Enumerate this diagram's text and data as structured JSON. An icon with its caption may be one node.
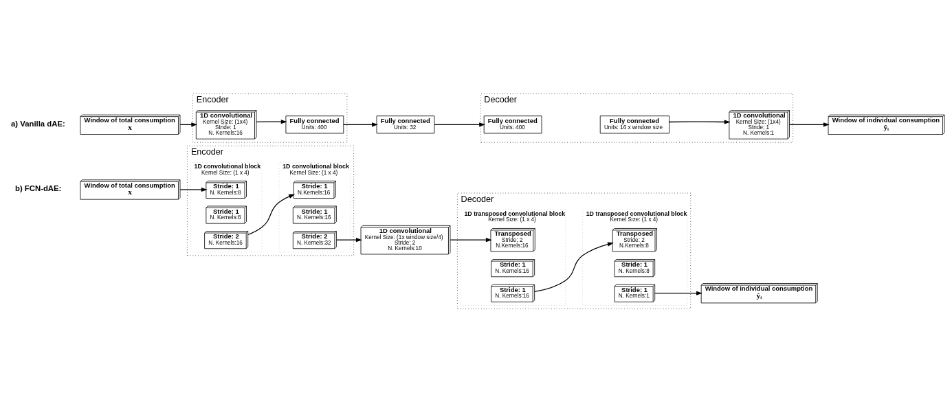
{
  "diagram": {
    "nodes": [
      {
        "text": [
          "Window of total consumption",
          "x"
        ]
      },
      {
        "text": [
          "Encoder"
        ]
      },
      {
        "text": [
          "1D convolutional",
          "Kernel Size: (1x4)",
          "Stride: 1",
          "N. Kernels:16"
        ],
        "in": 1
      },
      {
        "text": [
          "Fully connected",
          "Units: 400"
        ],
        "in": 1
      },
      {
        "text": [
          "Fully connected",
          "Units: 32"
        ]
      },
      {
        "text": [
          "Decoder"
        ]
      },
      {
        "text": [
          "Fully connected",
          "Units: 400"
        ],
        "in": 5
      },
      {
        "text": [
          "Fully connected",
          "Units: 16 x window size"
        ],
        "in": 5
      },
      {
        "text": [
          "1D convolutional",
          "Kernel Size: (1x4)",
          "Stride: 1",
          "N. Kernels:1"
        ],
        "in": 5
      },
      {
        "text": [
          "Window of individual consumption",
          "ŷᵢ"
        ]
      },
      {
        "text": [
          "Window of total consumption",
          "x"
        ]
      },
      {
        "text": [
          "Encoder"
        ]
      },
      {
        "text": [
          "1D convolutional block",
          "Kernel Size: (1 x 4)"
        ],
        "in": 11
      },
      {
        "text": [
          "Stride: 1",
          "N. Kernels:8"
        ],
        "in": 12
      },
      {
        "text": [
          "Stride: 1",
          "N. Kernels:8"
        ],
        "in": 12
      },
      {
        "text": [
          "Stride: 2",
          "N. Kernels:16"
        ],
        "in": 12
      },
      {
        "text": [
          "1D convolutional block",
          "Kernel Size: (1 x 4)"
        ],
        "in": 11
      },
      {
        "text": [
          "Stride: 1",
          "N.Kernels:16"
        ],
        "in": 16
      },
      {
        "text": [
          "Stride: 1",
          "N. Kernels:16"
        ],
        "in": 16
      },
      {
        "text": [
          "Stride: 2",
          "N. Kernels:32"
        ],
        "in": 16
      },
      {
        "text": [
          "1D convolutional",
          "Kernel Size: (1x window size/4)",
          "Stride: 2",
          "N. Kernels:10"
        ]
      },
      {
        "text": [
          "Decoder"
        ]
      },
      {
        "text": [
          "1D transposed convolutional block",
          "Kernel Size: (1 x 4)"
        ],
        "in": 21
      },
      {
        "text": [
          "Transposed",
          "Stride: 2",
          "N.Kernels:16"
        ],
        "in": 22
      },
      {
        "text": [
          "Stride: 1",
          "N. Kernels:16"
        ],
        "in": 22
      },
      {
        "text": [
          "Stride: 1",
          "N. Kernels:16"
        ],
        "in": 22
      },
      {
        "text": [
          "1D transposed convolutional block",
          "Kernel Size: (1 x 4)"
        ],
        "in": 21
      },
      {
        "text": [
          "Transposed",
          "Stride: 2",
          "N.Kernels:8"
        ],
        "in": 26
      },
      {
        "text": [
          "Stride: 1",
          "N. Kernels:8"
        ],
        "in": 26
      },
      {
        "text": [
          "Stride: 1",
          "N. Kernels:1"
        ],
        "in": 26
      },
      {
        "text": [
          "Window of individual consumption",
          "ŷᵢ"
        ]
      }
    ],
    "edges": [
      {
        "from": 0,
        "to": 2,
        "arrow": "to"
      },
      {
        "from": 2,
        "to": 3,
        "arrow": "to"
      },
      {
        "from": 3,
        "to": 4,
        "arrow": "to"
      },
      {
        "from": 4,
        "to": 6,
        "arrow": "to"
      },
      {
        "from": 7,
        "to": 8,
        "arrow": "to"
      },
      {
        "from": 8,
        "to": 9,
        "arrow": "to"
      },
      {
        "from": 10,
        "to": 13,
        "arrow": "to"
      },
      {
        "from": 15,
        "to": 17,
        "arrow": "to"
      },
      {
        "from": 19,
        "to": 20,
        "arrow": "to"
      },
      {
        "from": 20,
        "to": 23,
        "arrow": "to"
      },
      {
        "from": 25,
        "to": 27,
        "arrow": "to"
      },
      {
        "from": 29,
        "to": 30,
        "arrow": "to"
      }
    ],
    "labels": [
      "a) Vanilla dAE:",
      "b) FCN-dAE:"
    ]
  }
}
